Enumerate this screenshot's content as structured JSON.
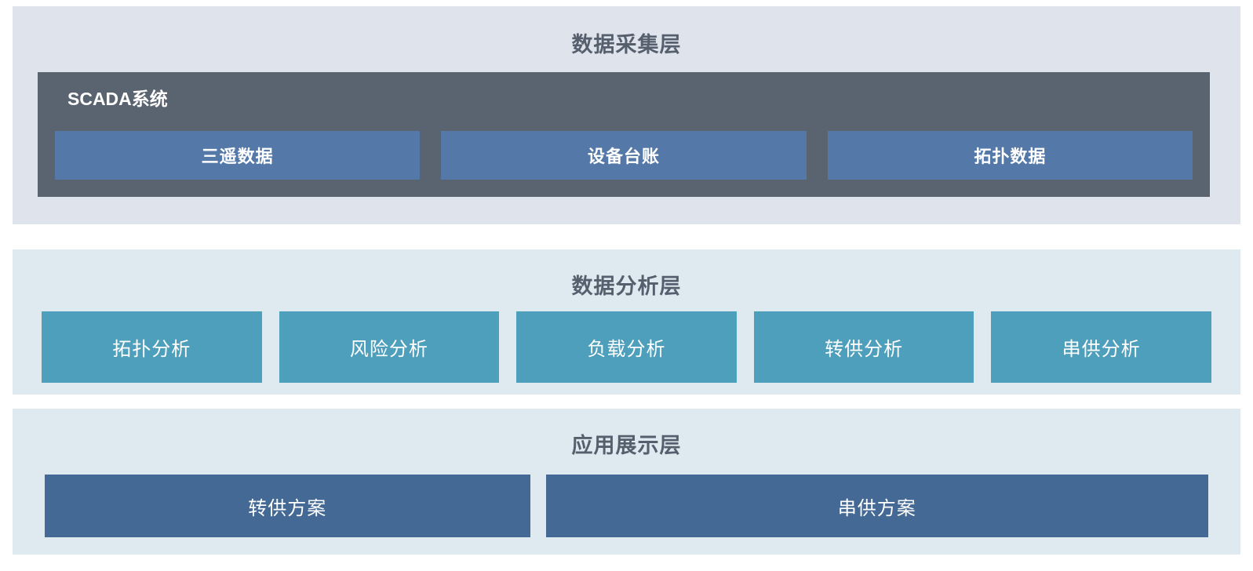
{
  "diagram": {
    "title_color": "#565f6d",
    "layers": [
      {
        "id": "collect",
        "title": "数据采集层",
        "panel_color": "#dfe3eb",
        "group": {
          "label": "SCADA系统",
          "color": "#5a6370",
          "items": [
            {
              "label": "三遥数据",
              "color": "#5479a8"
            },
            {
              "label": "设备台账",
              "color": "#5479a8"
            },
            {
              "label": "拓扑数据",
              "color": "#5479a8"
            }
          ]
        }
      },
      {
        "id": "analysis",
        "title": "数据分析层",
        "panel_color": "#deeaf0",
        "items": [
          {
            "label": "拓扑分析",
            "color": "#4e9fbc"
          },
          {
            "label": "风险分析",
            "color": "#4e9fbc"
          },
          {
            "label": "负载分析",
            "color": "#4e9fbc"
          },
          {
            "label": "转供分析",
            "color": "#4e9fbc"
          },
          {
            "label": "串供分析",
            "color": "#4e9fbc"
          }
        ]
      },
      {
        "id": "app",
        "title": "应用展示层",
        "panel_color": "#deeaf0",
        "items": [
          {
            "label": "转供方案",
            "color": "#446994"
          },
          {
            "label": "串供方案",
            "color": "#446994"
          }
        ]
      }
    ]
  }
}
